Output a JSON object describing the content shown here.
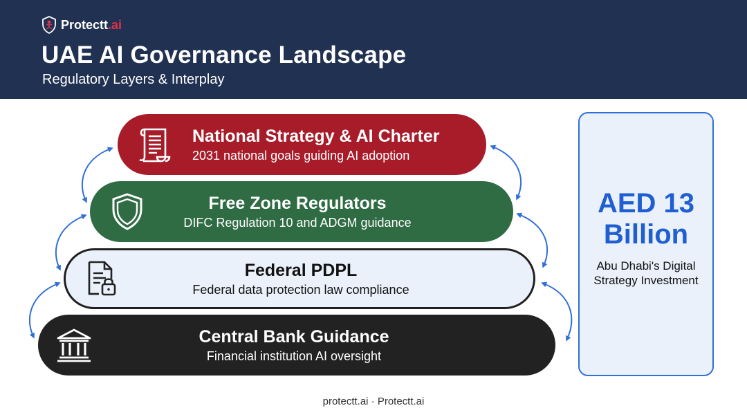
{
  "brand": {
    "name": "Protectt",
    "suffix": ".ai"
  },
  "header": {
    "title": "UAE AI Governance Landscape",
    "subtitle": "Regulatory Layers & Interplay"
  },
  "layers": [
    {
      "title": "National Strategy & AI Charter",
      "description": "2031 national goals guiding AI adoption",
      "icon": "scroll-document-icon",
      "color": "#a81c2a"
    },
    {
      "title": "Free Zone Regulators",
      "description": "DIFC Regulation 10 and ADGM guidance",
      "icon": "shield-icon",
      "color": "#2f6b43"
    },
    {
      "title": "Federal PDPL",
      "description": "Federal data protection law compliance",
      "icon": "locked-document-icon",
      "color": "#eaf1fb"
    },
    {
      "title": "Central Bank Guidance",
      "description": "Financial institution AI oversight",
      "icon": "bank-building-icon",
      "color": "#222222"
    }
  ],
  "stat": {
    "value": "AED 13 Billion",
    "caption": "Abu Dhabi's Digital Strategy Investment",
    "accent": "#1f5fd1"
  },
  "footer": {
    "text": "protectt.ai · Protectt.ai"
  },
  "colors": {
    "header_bg": "#213152",
    "brand_accent": "#e2334a",
    "connector": "#2f6fd6"
  }
}
